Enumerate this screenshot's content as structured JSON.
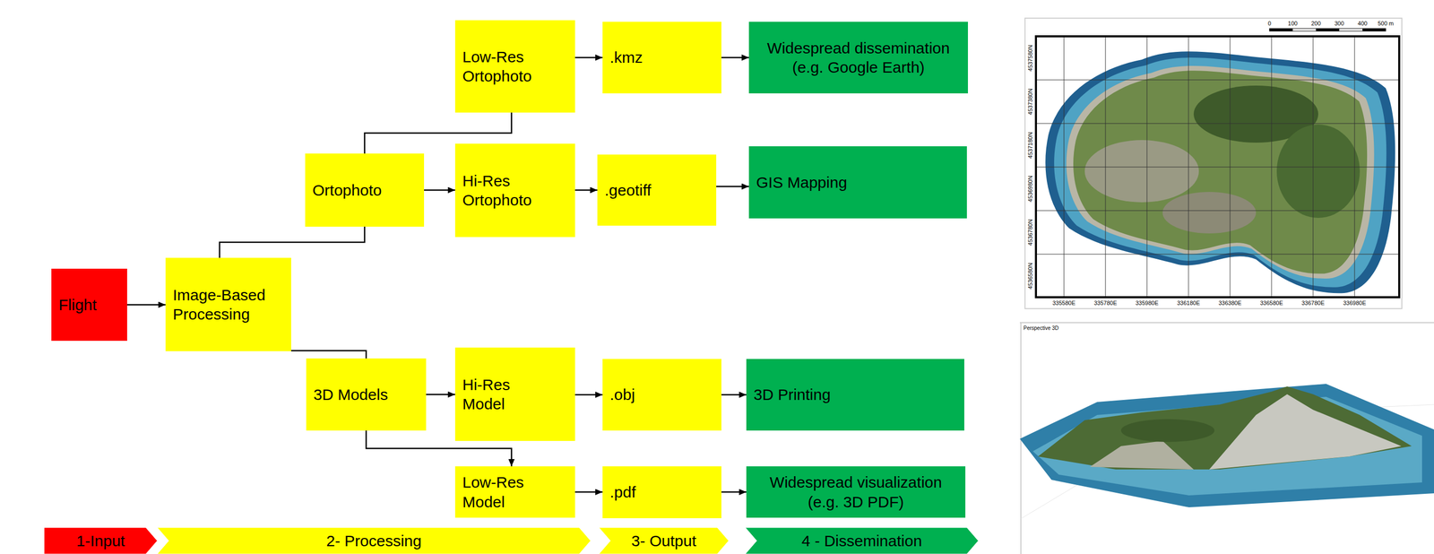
{
  "diagram": {
    "nodes": [
      {
        "text": [
          "Flight"
        ]
      },
      {
        "text": [
          "Image-Based Processing"
        ]
      },
      {
        "text": [
          "Ortophoto"
        ]
      },
      {
        "text": [
          "Low-Res Ortophoto"
        ]
      },
      {
        "text": [
          ".kmz"
        ]
      },
      {
        "text": [
          "Widespread dissemination (e.g. Google Earth)"
        ]
      },
      {
        "text": [
          "Hi-Res Ortophoto"
        ]
      },
      {
        "text": [
          ".geotiff"
        ]
      },
      {
        "text": [
          "GIS Mapping"
        ]
      },
      {
        "text": [
          "3D Models"
        ]
      },
      {
        "text": [
          "Hi-Res Model"
        ]
      },
      {
        "text": [
          ".obj"
        ]
      },
      {
        "text": [
          "3D Printing"
        ]
      },
      {
        "text": [
          "Low-Res Model"
        ]
      },
      {
        "text": [
          ".pdf"
        ]
      },
      {
        "text": [
          "Widespread visualization (e.g. 3D PDF)"
        ]
      },
      {
        "text": [
          "1-Input"
        ]
      },
      {
        "text": [
          "2- Processing"
        ]
      },
      {
        "text": [
          "3- Output"
        ]
      },
      {
        "text": [
          "4 - Dissemination"
        ]
      }
    ],
    "edges": [
      {
        "from": 0,
        "to": 1,
        "arrow": "to"
      },
      {
        "from": 1,
        "to": 2,
        "arrow": "none"
      },
      {
        "from": 2,
        "to": 3,
        "arrow": "none"
      },
      {
        "from": 2,
        "to": 6,
        "arrow": "to"
      },
      {
        "from": 3,
        "to": 4,
        "arrow": "to"
      },
      {
        "from": 4,
        "to": 5,
        "arrow": "to"
      },
      {
        "from": 6,
        "to": 7,
        "arrow": "to"
      },
      {
        "from": 7,
        "to": 8,
        "arrow": "to"
      },
      {
        "from": 1,
        "to": 9,
        "arrow": "none"
      },
      {
        "from": 9,
        "to": 10,
        "arrow": "to"
      },
      {
        "from": 9,
        "to": 13,
        "arrow": "to"
      },
      {
        "from": 10,
        "to": 11,
        "arrow": "to"
      },
      {
        "from": 11,
        "to": 12,
        "arrow": "to"
      },
      {
        "from": 13,
        "to": 14,
        "arrow": "to"
      },
      {
        "from": 14,
        "to": 15,
        "arrow": "to"
      }
    ],
    "labels": [
      "0",
      "100",
      "200",
      "300",
      "400",
      "500 m",
      "4537580N",
      "4537380N",
      "4537180N",
      "4536980N",
      "4536780N",
      "4536580N",
      "335580E",
      "335780E",
      "335980E",
      "336180E",
      "336380E",
      "336580E",
      "336780E",
      "336980E",
      "Perspective 3D"
    ]
  }
}
